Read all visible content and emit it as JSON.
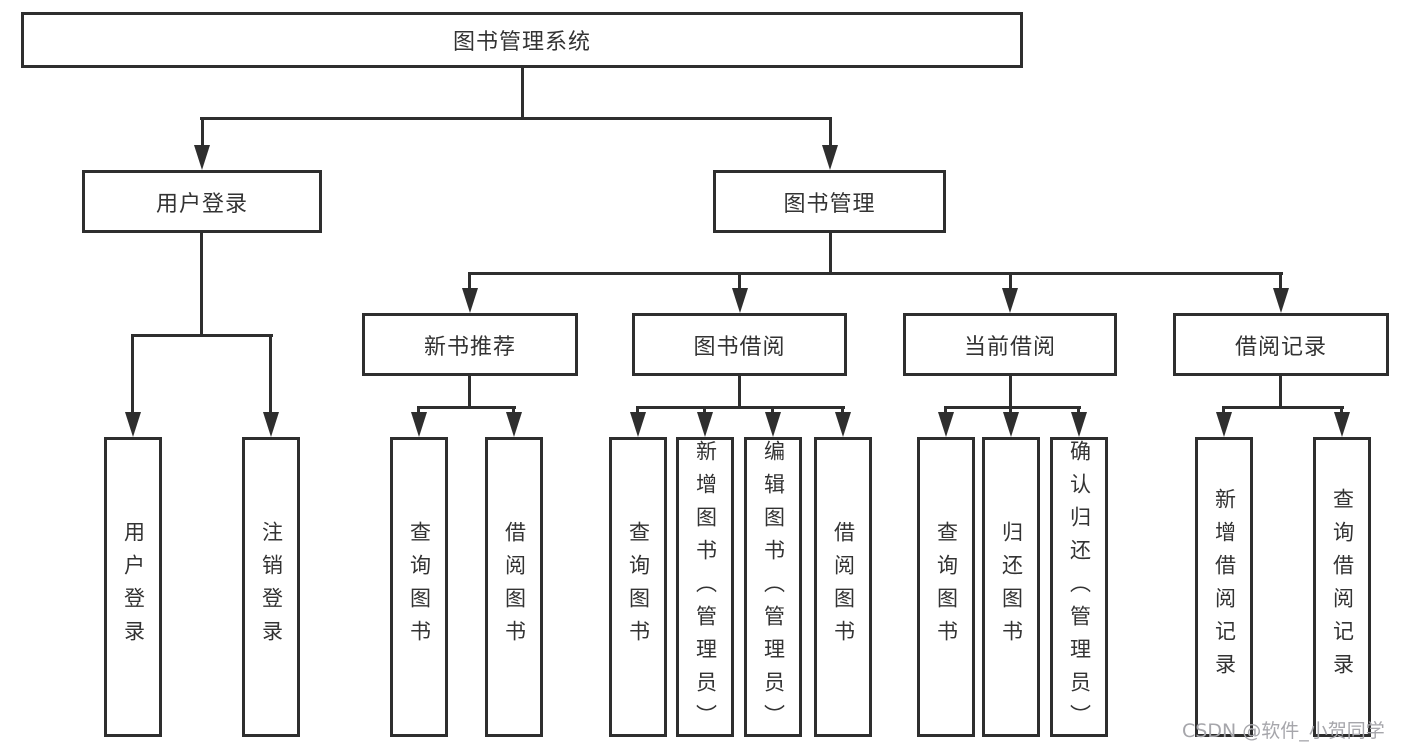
{
  "diagram_title": "图书管理系统",
  "tree": {
    "root": {
      "label": "图书管理系统"
    },
    "branches": [
      {
        "label": "用户登录",
        "children": [
          {
            "label": "用户登录"
          },
          {
            "label": "注销登录"
          }
        ]
      },
      {
        "label": "图书管理",
        "sections": [
          {
            "label": "新书推荐",
            "children": [
              {
                "label": "查询图书"
              },
              {
                "label": "借阅图书"
              }
            ]
          },
          {
            "label": "图书借阅",
            "children": [
              {
                "label": "查询图书"
              },
              {
                "label": "新增图书（管理员）"
              },
              {
                "label": "编辑图书（管理员）"
              },
              {
                "label": "借阅图书"
              }
            ]
          },
          {
            "label": "当前借阅",
            "children": [
              {
                "label": "查询图书"
              },
              {
                "label": "归还图书"
              },
              {
                "label": "确认归还（管理员）"
              }
            ]
          },
          {
            "label": "借阅记录",
            "children": [
              {
                "label": "新增借阅记录"
              },
              {
                "label": "查询借阅记录"
              }
            ]
          }
        ]
      }
    ]
  },
  "watermark": {
    "text": "CSDN @软件_小贺同学"
  },
  "colors": {
    "line": "#2e2e2e",
    "text": "#333333",
    "watermark": "#a6a6ab",
    "background": "#ffffff"
  }
}
